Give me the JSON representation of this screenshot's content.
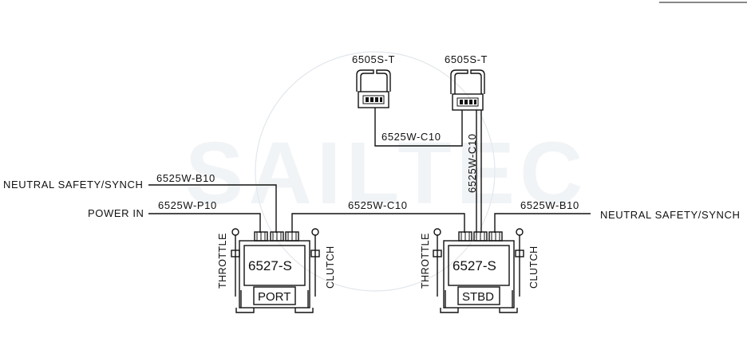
{
  "watermark": "SAILTEC",
  "sensors": [
    {
      "label": "6505S-T"
    },
    {
      "label": "6505S-T"
    }
  ],
  "cables": {
    "sensor_link": "6525W-C10",
    "stbd_sensor": "6525W-C10",
    "port_safety": "6525W-B10",
    "port_power": "6525W-P10",
    "inter_unit": "6525W-C10",
    "stbd_safety": "6525W-B10"
  },
  "connections": {
    "port_safety": "NEUTRAL SAFETY/SYNCH",
    "power_in": "POWER IN",
    "stbd_safety": "NEUTRAL SAFETY/SYNCH"
  },
  "units": [
    {
      "model": "6527-S",
      "side": "PORT",
      "left_lever": "THROTTLE",
      "right_lever": "CLUTCH"
    },
    {
      "model": "6527-S",
      "side": "STBD",
      "left_lever": "THROTTLE",
      "right_lever": "CLUTCH"
    }
  ]
}
